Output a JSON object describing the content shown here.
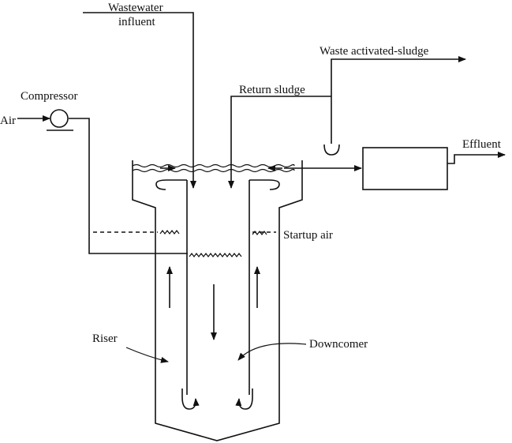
{
  "labels": {
    "wastewater_line1": "Wastewater",
    "wastewater_line2": "influent",
    "waste_sludge": "Waste activated-sludge",
    "compressor": "Compressor",
    "air": "Air",
    "return_sludge": "Return sludge",
    "effluent": "Effluent",
    "startup_air": "Startup air",
    "riser": "Riser",
    "downcomer": "Downcomer"
  }
}
